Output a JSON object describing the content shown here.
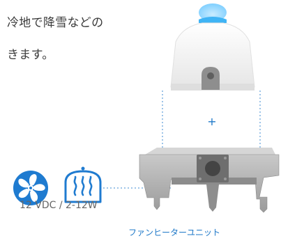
{
  "description": {
    "line1": "冷地で降雪などの",
    "line2": "きます。"
  },
  "diagram": {
    "plus_sign": "+",
    "power_spec": "12 VDC / 2-12W",
    "unit_caption": "ファンヒーターユニット"
  },
  "icons": [
    "fan-icon",
    "heater-icon"
  ],
  "colors": {
    "accent_blue": "#1e78c8",
    "icon_blue": "#1f7bd0",
    "housing_light": "#ececec",
    "housing_dark": "#8f8f8f"
  }
}
